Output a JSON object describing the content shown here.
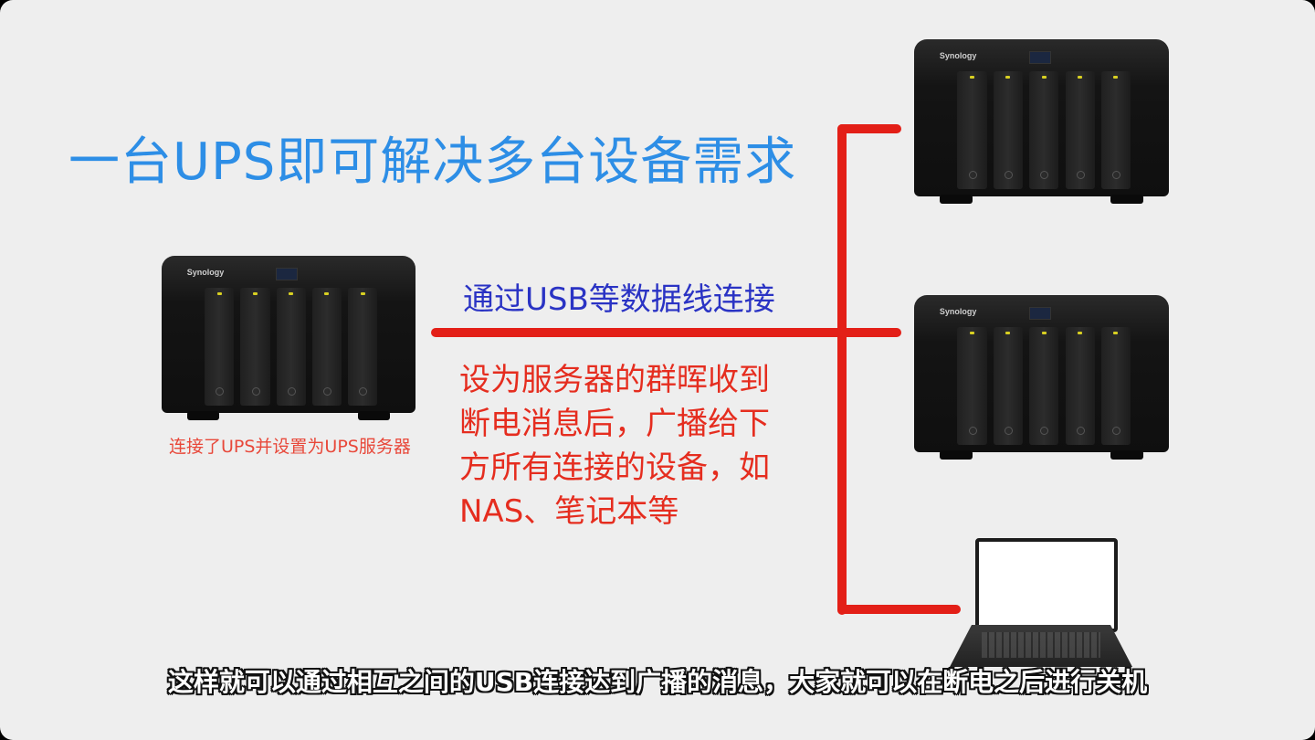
{
  "title": "一台UPS即可解决多台设备需求",
  "connection_label": "通过USB等数据线连接",
  "server_caption": "连接了UPS并设置为UPS服务器",
  "description_lines": [
    "设为服务器的群晖收到",
    "断电消息后，广播给下",
    "方所有连接的设备，如",
    "NAS、笔记本等"
  ],
  "device_brand": "Synology",
  "subtitle": "这样就可以通过相互之间的USB连接达到广播的消息，大家就可以在断电之后进行关机",
  "colors": {
    "title": "#2d8ee6",
    "connection_label": "#2a33c4",
    "wire": "#e31f17",
    "description": "#e52d1f",
    "background": "#eeeeee"
  }
}
